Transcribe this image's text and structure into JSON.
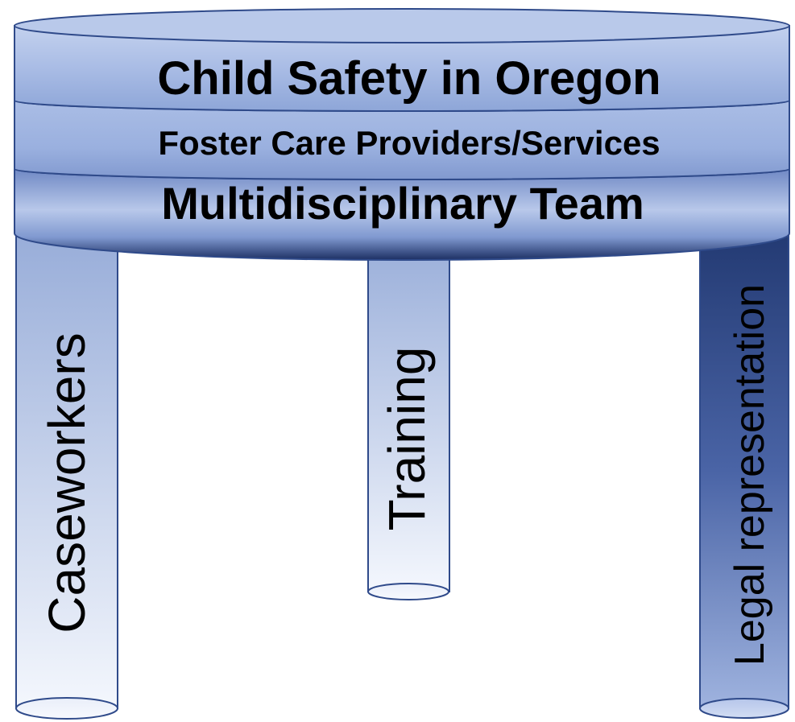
{
  "tiers": [
    {
      "label": "Child Safety in Oregon"
    },
    {
      "label": "Foster Care Providers/Services"
    },
    {
      "label": "Multidisciplinary Team"
    }
  ],
  "legs": [
    {
      "label": "Caseworkers"
    },
    {
      "label": "Training"
    },
    {
      "label": "Legal representation"
    }
  ],
  "colors": {
    "light_blue": "#b9c9ea",
    "mid_blue": "#8ea6d8",
    "dark_blue": "#1f3568",
    "outline": "#2f4a8a"
  }
}
